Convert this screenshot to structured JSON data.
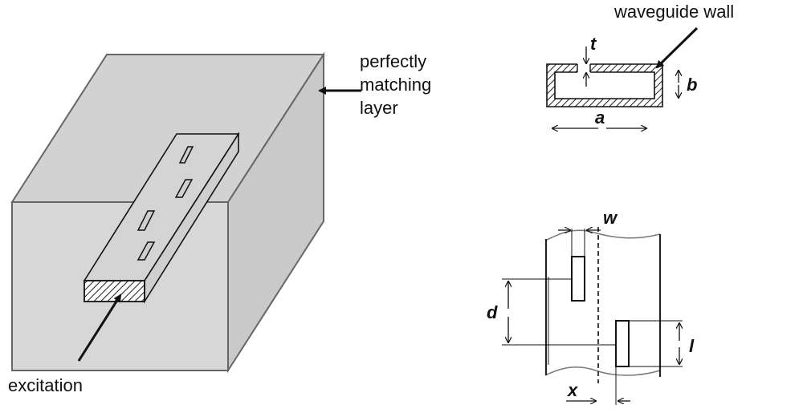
{
  "labels": {
    "pml_line1": "perfectly",
    "pml_line2": "matching",
    "pml_line3": "layer",
    "excitation": "excitation",
    "waveguide_wall": "waveguide wall",
    "dim_t": "t",
    "dim_b": "b",
    "dim_a": "a",
    "dim_w": "w",
    "dim_d": "d",
    "dim_l": "l",
    "dim_x": "x"
  },
  "colors": {
    "box_face": "#d7d7d7",
    "box_top": "#d2d2d2",
    "box_side": "#c9c9c9",
    "edge": "#555555",
    "stroke": "#111111"
  }
}
